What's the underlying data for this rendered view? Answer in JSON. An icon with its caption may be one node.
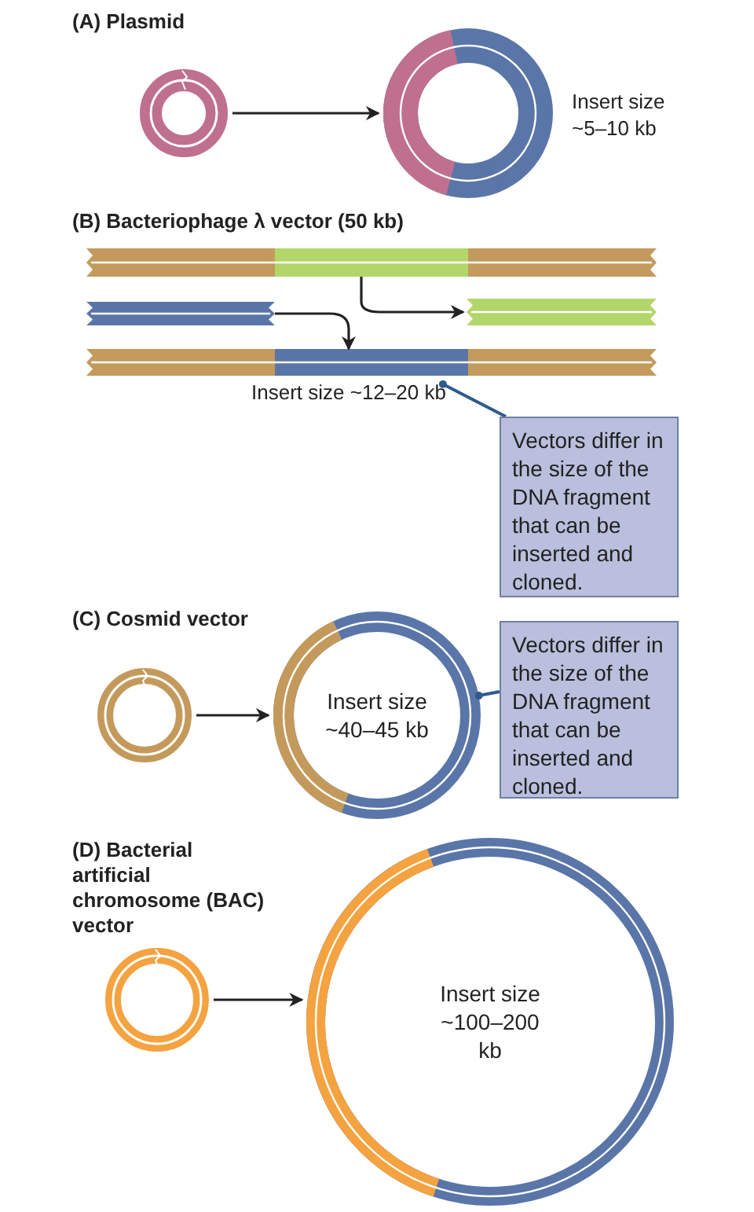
{
  "diagram": {
    "nodes": [
      {
        "text": [],
        "shape": "circle"
      },
      {
        "text": [],
        "shape": "circle",
        "beside": [
          "Insert size ~5–10 kb"
        ]
      },
      {
        "text": [],
        "shape": "bar"
      },
      {
        "text": [],
        "shape": "bar"
      },
      {
        "text": [],
        "shape": "bar"
      },
      {
        "text": [],
        "shape": "bar"
      },
      {
        "text": [
          "Insert size ~12–20 kb"
        ]
      },
      {
        "text": [
          "Vectors differ in the size of the DNA fragment that can be inserted and cloned."
        ]
      },
      {
        "text": [],
        "shape": "circle"
      },
      {
        "text": [
          "Insert size ~40–45 kb"
        ]
      },
      {
        "text": [
          "Vectors differ in the size of the DNA fragment that can be inserted and cloned."
        ]
      },
      {
        "text": [],
        "shape": "circle"
      },
      {
        "text": [
          "Insert size ~100–200 kb"
        ]
      }
    ],
    "edges": [
      {
        "from": 0,
        "to": 1,
        "arrow": "to"
      },
      {
        "from": 2,
        "to": 4,
        "arrow": "to"
      },
      {
        "from": 3,
        "to": 5,
        "arrow": "to"
      },
      {
        "from": 7,
        "to": 6,
        "arrow": "other",
        "color": "#2d5b8c"
      },
      {
        "from": 8,
        "to": 9,
        "arrow": "to"
      },
      {
        "from": 10,
        "to": 9,
        "arrow": "other",
        "color": "#2d5b8c"
      },
      {
        "from": 11,
        "to": 12,
        "arrow": "to"
      }
    ],
    "labels": [
      "(A) Plasmid",
      "(B) Bacteriophage λ vector (50 kb)",
      "(C) Cosmid vector",
      "(D) Bacterial artificial chromosome (BAC) vector"
    ]
  }
}
